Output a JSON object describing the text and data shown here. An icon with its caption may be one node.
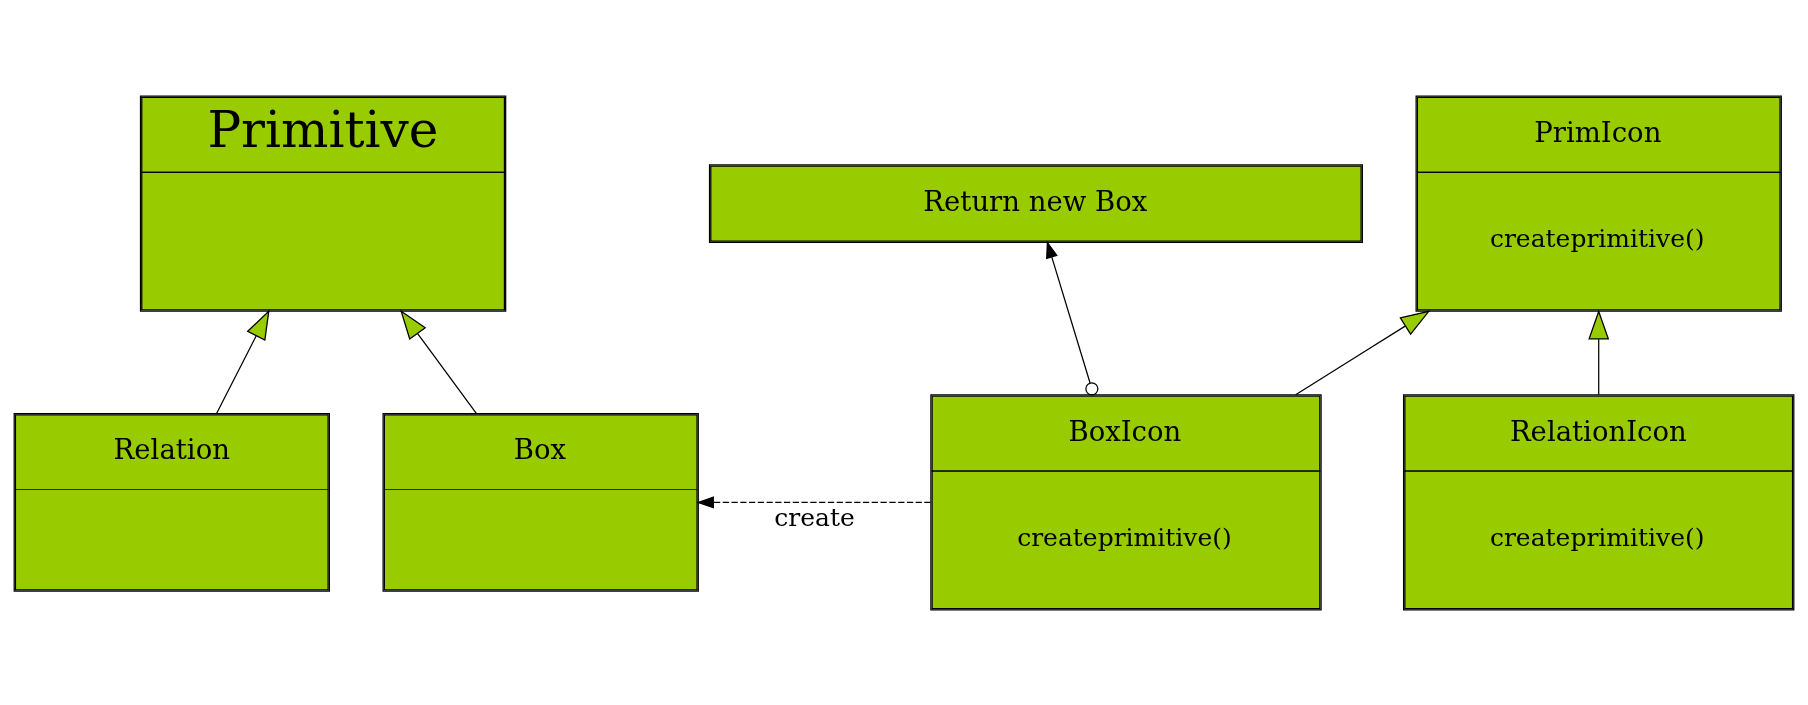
{
  "diagram": {
    "nodes": [
      {
        "text": [
          "Primitive"
        ]
      },
      {
        "text": [
          "PrimIcon",
          "createprimitive()"
        ]
      },
      {
        "text": [
          "Relation"
        ]
      },
      {
        "text": [
          "Box"
        ]
      },
      {
        "text": [
          "BoxIcon",
          "createprimitive()"
        ]
      },
      {
        "text": [
          "RelationIcon",
          "createprimitive()"
        ]
      },
      {
        "text": [
          "Return new Box"
        ]
      }
    ],
    "edges": [
      {
        "from": 2,
        "to": 0,
        "arrow": "to"
      },
      {
        "from": 3,
        "to": 0,
        "arrow": "to"
      },
      {
        "from": 4,
        "to": 1,
        "arrow": "to"
      },
      {
        "from": 5,
        "to": 1,
        "arrow": "to"
      },
      {
        "from": 4,
        "to": 3,
        "arrow": "to",
        "label": "create",
        "style": "dashed"
      },
      {
        "from": 4,
        "to": 6,
        "arrow": "to"
      }
    ]
  }
}
